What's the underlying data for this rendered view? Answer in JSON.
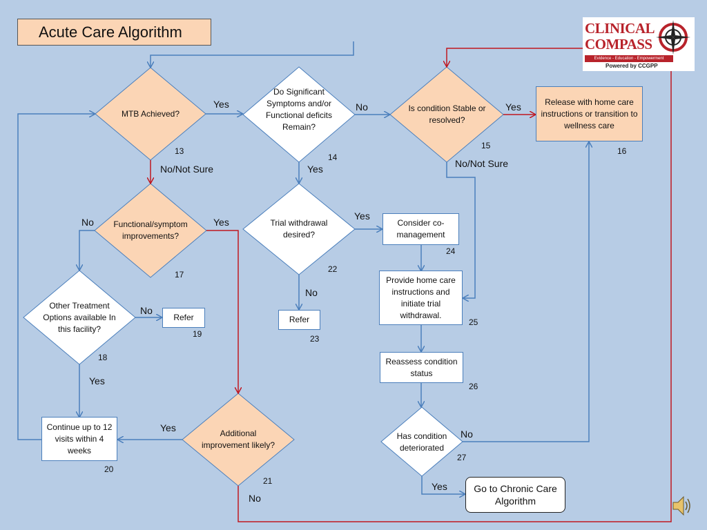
{
  "title": "Acute Care Algorithm",
  "logo": {
    "line1": "CLINICAL",
    "line2": "COMPASS",
    "tagline": "Evidence - Education - Empowerment",
    "powered": "Powered by CCGPP"
  },
  "nodes": {
    "n13": {
      "text": "MTB Achieved?",
      "num": "13"
    },
    "n14": {
      "text": "Do Significant Symptoms and/or Functional deficits Remain?",
      "num": "14"
    },
    "n15": {
      "text": "Is condition Stable or resolved?",
      "num": "15"
    },
    "n16": {
      "text": "Release with home care instructions or transition to wellness care",
      "num": "16"
    },
    "n17": {
      "text": "Functional/symptom improvements?",
      "num": "17"
    },
    "n18": {
      "text": "Other Treatment Options available In this facility?",
      "num": "18"
    },
    "n19": {
      "text": "Refer",
      "num": "19"
    },
    "n20": {
      "text": "Continue up to 12 visits within 4 weeks",
      "num": "20"
    },
    "n21": {
      "text": "Additional improvement likely?",
      "num": "21"
    },
    "n22": {
      "text": "Trial withdrawal desired?",
      "num": "22"
    },
    "n23": {
      "text": "Refer",
      "num": "23"
    },
    "n24": {
      "text": "Consider co-management",
      "num": "24"
    },
    "n25": {
      "text": "Provide home care instructions and initiate trial withdrawal.",
      "num": "25"
    },
    "n26": {
      "text": "Reassess condition status",
      "num": "26"
    },
    "n27": {
      "text": "Has condition deteriorated",
      "num": "27"
    },
    "chronic": {
      "text": "Go to Chronic Care Algorithm"
    }
  },
  "labels": {
    "l13_yes": "Yes",
    "l13_no": "No/Not Sure",
    "l14_no": "No",
    "l14_yes": "Yes",
    "l15_yes": "Yes",
    "l15_no": "No/Not Sure",
    "l17_no": "No",
    "l17_yes": "Yes",
    "l18_no": "No",
    "l18_yes": "Yes",
    "l21_yes": "Yes",
    "l21_no": "No",
    "l22_yes": "Yes",
    "l22_no": "No",
    "l27_no": "No",
    "l27_yes": "Yes"
  },
  "colors": {
    "background": "#b7cce5",
    "peach": "#fbd5b5",
    "blue_line": "#4a7ebb",
    "red_line": "#c0161f",
    "brand_red": "#b8232b"
  },
  "icons": {
    "speaker": "speaker-icon",
    "compass": "compass-icon"
  }
}
